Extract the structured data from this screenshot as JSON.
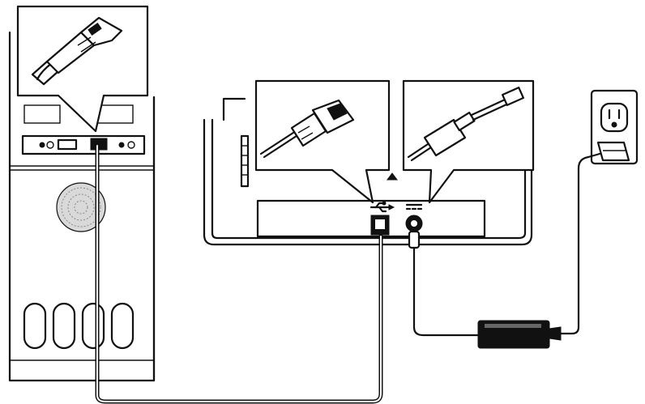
{
  "diagram": {
    "nodes": [
      {
        "id": "computer",
        "kind": "desktop-tower"
      },
      {
        "id": "scanner",
        "kind": "device-rear-panel",
        "ports": [
          "usb-port",
          "power-jack"
        ]
      },
      {
        "id": "power-adapter",
        "kind": "ac-adapter"
      },
      {
        "id": "wall-outlet",
        "kind": "ac-outlet"
      }
    ],
    "edges": [
      {
        "from": "computer",
        "to": "scanner",
        "kind": "usb-cable"
      },
      {
        "from": "scanner",
        "to": "power-adapter",
        "kind": "dc-cable"
      },
      {
        "from": "power-adapter",
        "to": "wall-outlet",
        "kind": "ac-cord"
      }
    ],
    "callouts": [
      {
        "id": "callout-usb-a",
        "depicts": "usb-a-plug-icon",
        "points_to": "computer"
      },
      {
        "id": "callout-usb-b",
        "depicts": "usb-b-plug-icon",
        "points_to": "scanner"
      },
      {
        "id": "callout-dc",
        "depicts": "dc-plug-icon",
        "points_to": "scanner"
      }
    ],
    "icons": [
      "usb-symbol-icon",
      "dc-power-symbol-icon"
    ],
    "colors": {
      "line": "#111111",
      "background": "#ffffff",
      "adapter": "#111111"
    }
  }
}
